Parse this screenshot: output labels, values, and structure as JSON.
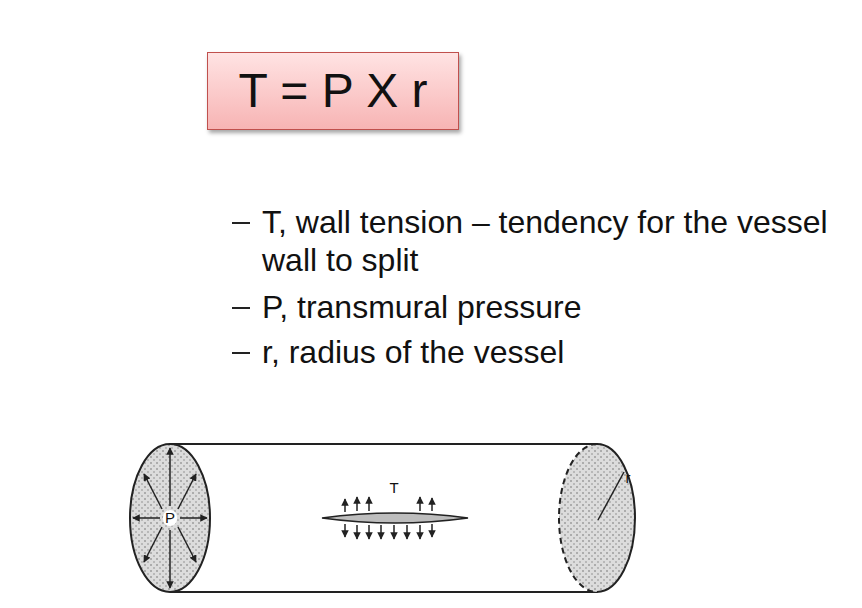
{
  "diagram": {
    "nodes": [
      {
        "text": [
          "T = P X r"
        ]
      }
    ],
    "labels": [
      "T, wall tension – tendency for the vessel wall to split",
      "P, transmural pressure",
      "r, radius of the vessel",
      "P",
      "T",
      "r"
    ]
  }
}
